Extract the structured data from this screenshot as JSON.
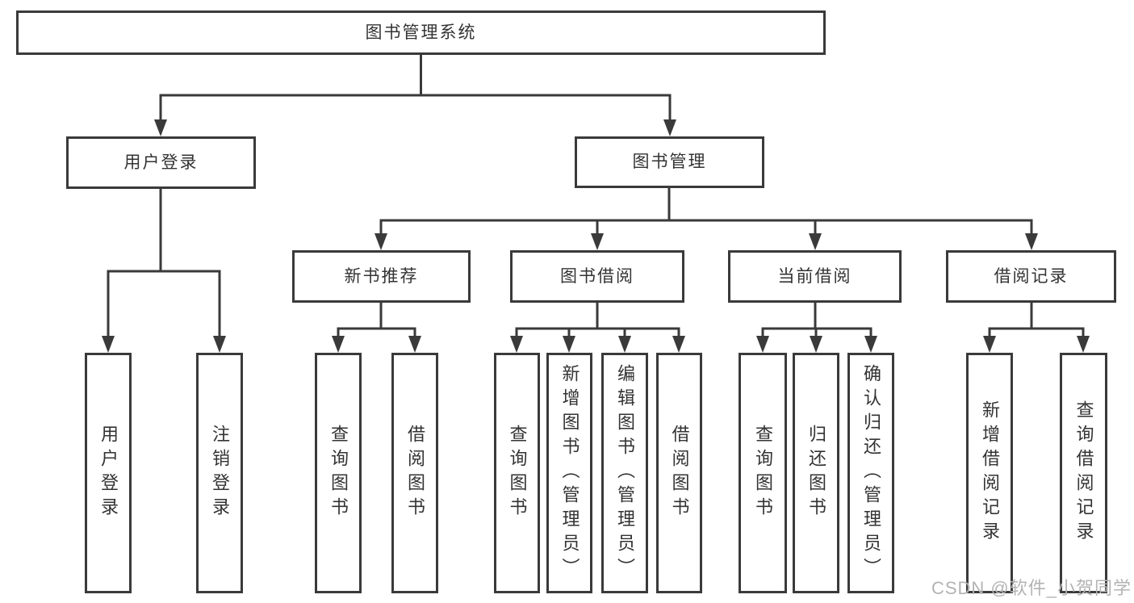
{
  "tree": {
    "root": {
      "label": "图书管理系统"
    },
    "level2": [
      {
        "label": "用户登录"
      },
      {
        "label": "图书管理"
      }
    ],
    "level3": [
      {
        "label": "新书推荐"
      },
      {
        "label": "图书借阅"
      },
      {
        "label": "当前借阅"
      },
      {
        "label": "借阅记录"
      }
    ],
    "leaves": {
      "user_login_group": [
        {
          "label": "用户登录"
        },
        {
          "label": "注销登录"
        }
      ],
      "new_book_group": [
        {
          "label": "查询图书"
        },
        {
          "label": "借阅图书"
        }
      ],
      "borrow_group": [
        {
          "label": "查询图书"
        },
        {
          "label": "新增图书（管理员）"
        },
        {
          "label": "编辑图书（管理员）"
        },
        {
          "label": "借阅图书"
        }
      ],
      "current_group": [
        {
          "label": "查询图书"
        },
        {
          "label": "归还图书"
        },
        {
          "label": "确认归还（管理员）"
        }
      ],
      "records_group": [
        {
          "label": "新增借阅记录"
        },
        {
          "label": "查询借阅记录"
        }
      ]
    }
  },
  "watermark": {
    "text": "CSDN @软件_小贺同学"
  },
  "colors": {
    "line": "#3a3a3a",
    "text": "#333333",
    "watermark": "#b3b3b3",
    "background": "#ffffff"
  }
}
